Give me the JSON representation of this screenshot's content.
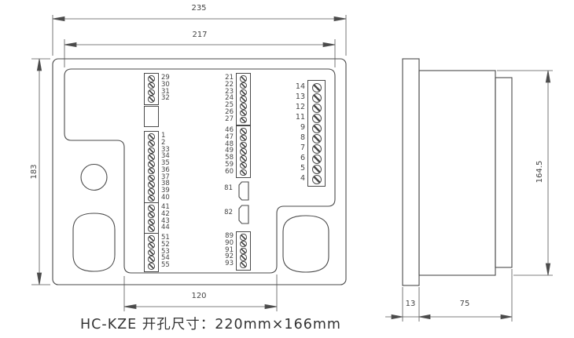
{
  "caption": "HC-KZE 开孔尺寸：220mm×166mm",
  "colors": {
    "line": "#4a4a4a",
    "text": "#444444"
  },
  "dims": {
    "overall_width": "235",
    "inner_width": "217",
    "overall_height": "183",
    "bottom_width": "120",
    "side_height": "164.5",
    "flange_depth": "13",
    "body_depth": "75"
  },
  "front_view": {
    "left_column": {
      "block_29_32": [
        "29",
        "30",
        "31",
        "32"
      ],
      "block_main": [
        "1",
        "2",
        "33",
        "34",
        "35",
        "36",
        "37",
        "38",
        "39",
        "40"
      ],
      "block_41_44": [
        "41",
        "42",
        "43",
        "44"
      ],
      "block_51_55": [
        "51",
        "52",
        "53",
        "54",
        "55"
      ]
    },
    "middle_column": {
      "block_21_27": [
        "21",
        "22",
        "23",
        "24",
        "25",
        "26",
        "27"
      ],
      "block_46_60": [
        "46",
        "47",
        "48",
        "49",
        "58",
        "59",
        "60"
      ],
      "connector_81": "81",
      "connector_82": "82",
      "block_89_93": [
        "89",
        "90",
        "91",
        "92",
        "93"
      ]
    },
    "right_column": {
      "block_4_14": [
        "14",
        "13",
        "12",
        "11",
        "9",
        "8",
        "7",
        "6",
        "5",
        "4"
      ]
    }
  }
}
